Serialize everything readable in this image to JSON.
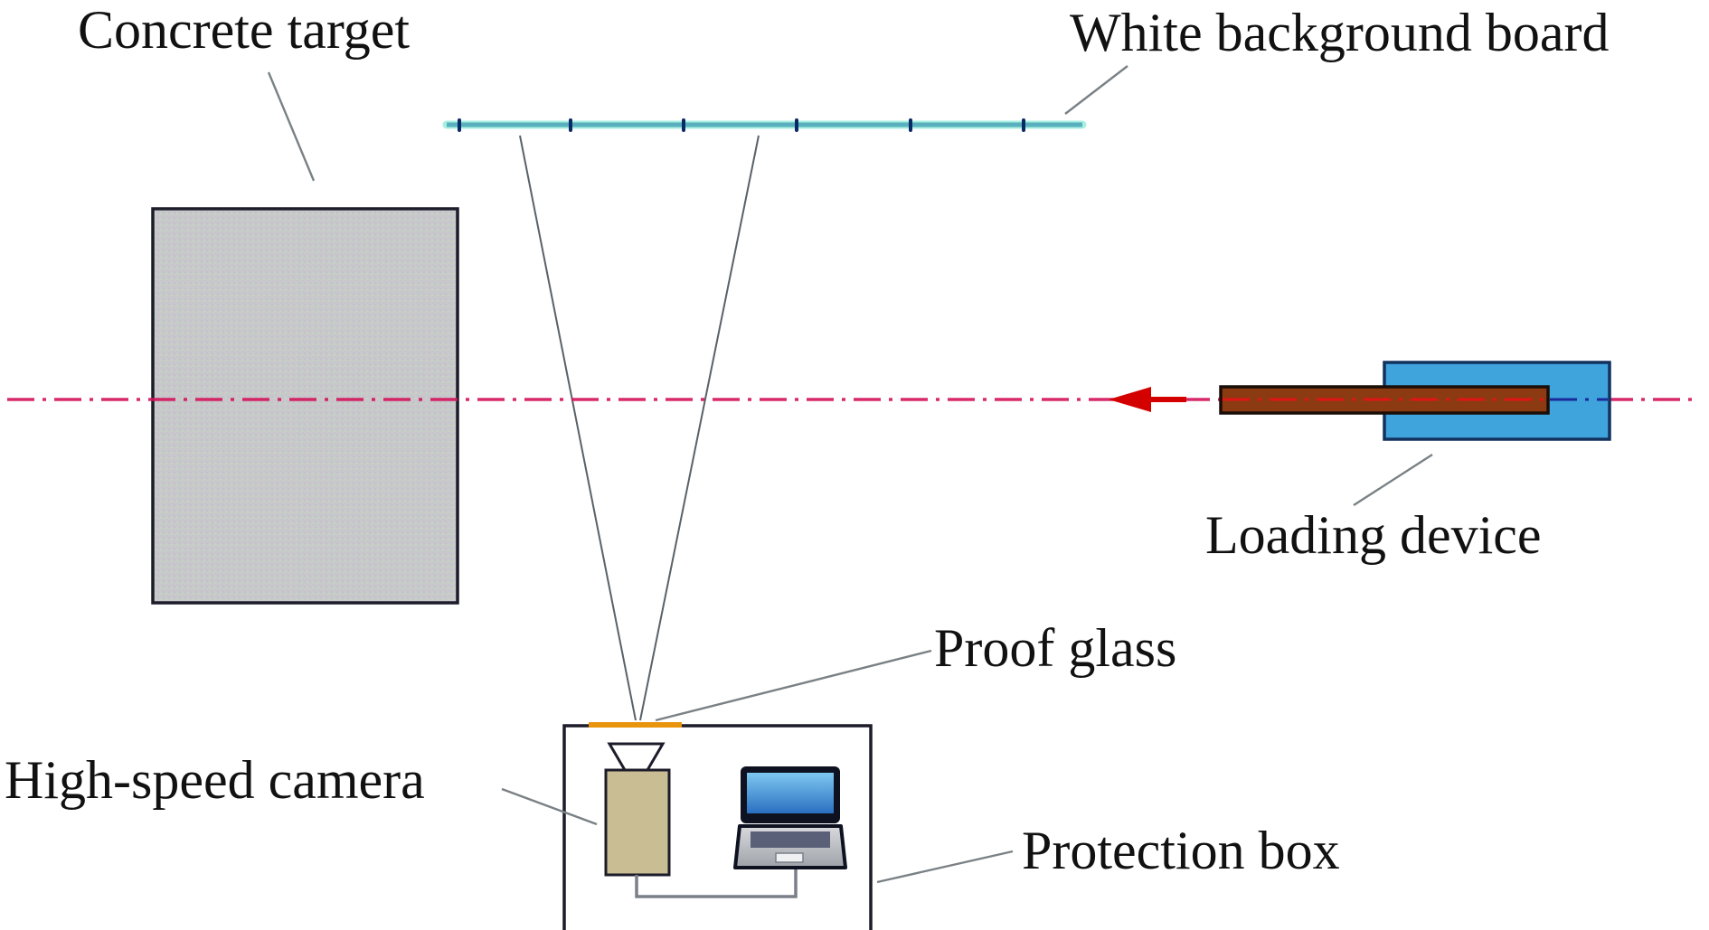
{
  "labels": {
    "concrete_target": "Concrete target",
    "white_background_board": "White background board",
    "loading_device": "Loading device",
    "proof_glass": "Proof glass",
    "high_speed_camera": "High-speed camera",
    "protection_box": "Protection box"
  },
  "colors": {
    "concrete_fill": "#c9c9c9",
    "board": "#5fb8c0",
    "board_ticks": "#0a2a66",
    "axis_line": "#d4145a",
    "arrow": "#d40000",
    "loader_body": "#3fa3dc",
    "loader_barrel": "#8b3a12",
    "proof_glass": "#e8940c",
    "camera_body": "#c9bd94",
    "laptop_screen": "#3f9fd8",
    "outline": "#1c1c2a"
  },
  "board_tick_count": 6
}
